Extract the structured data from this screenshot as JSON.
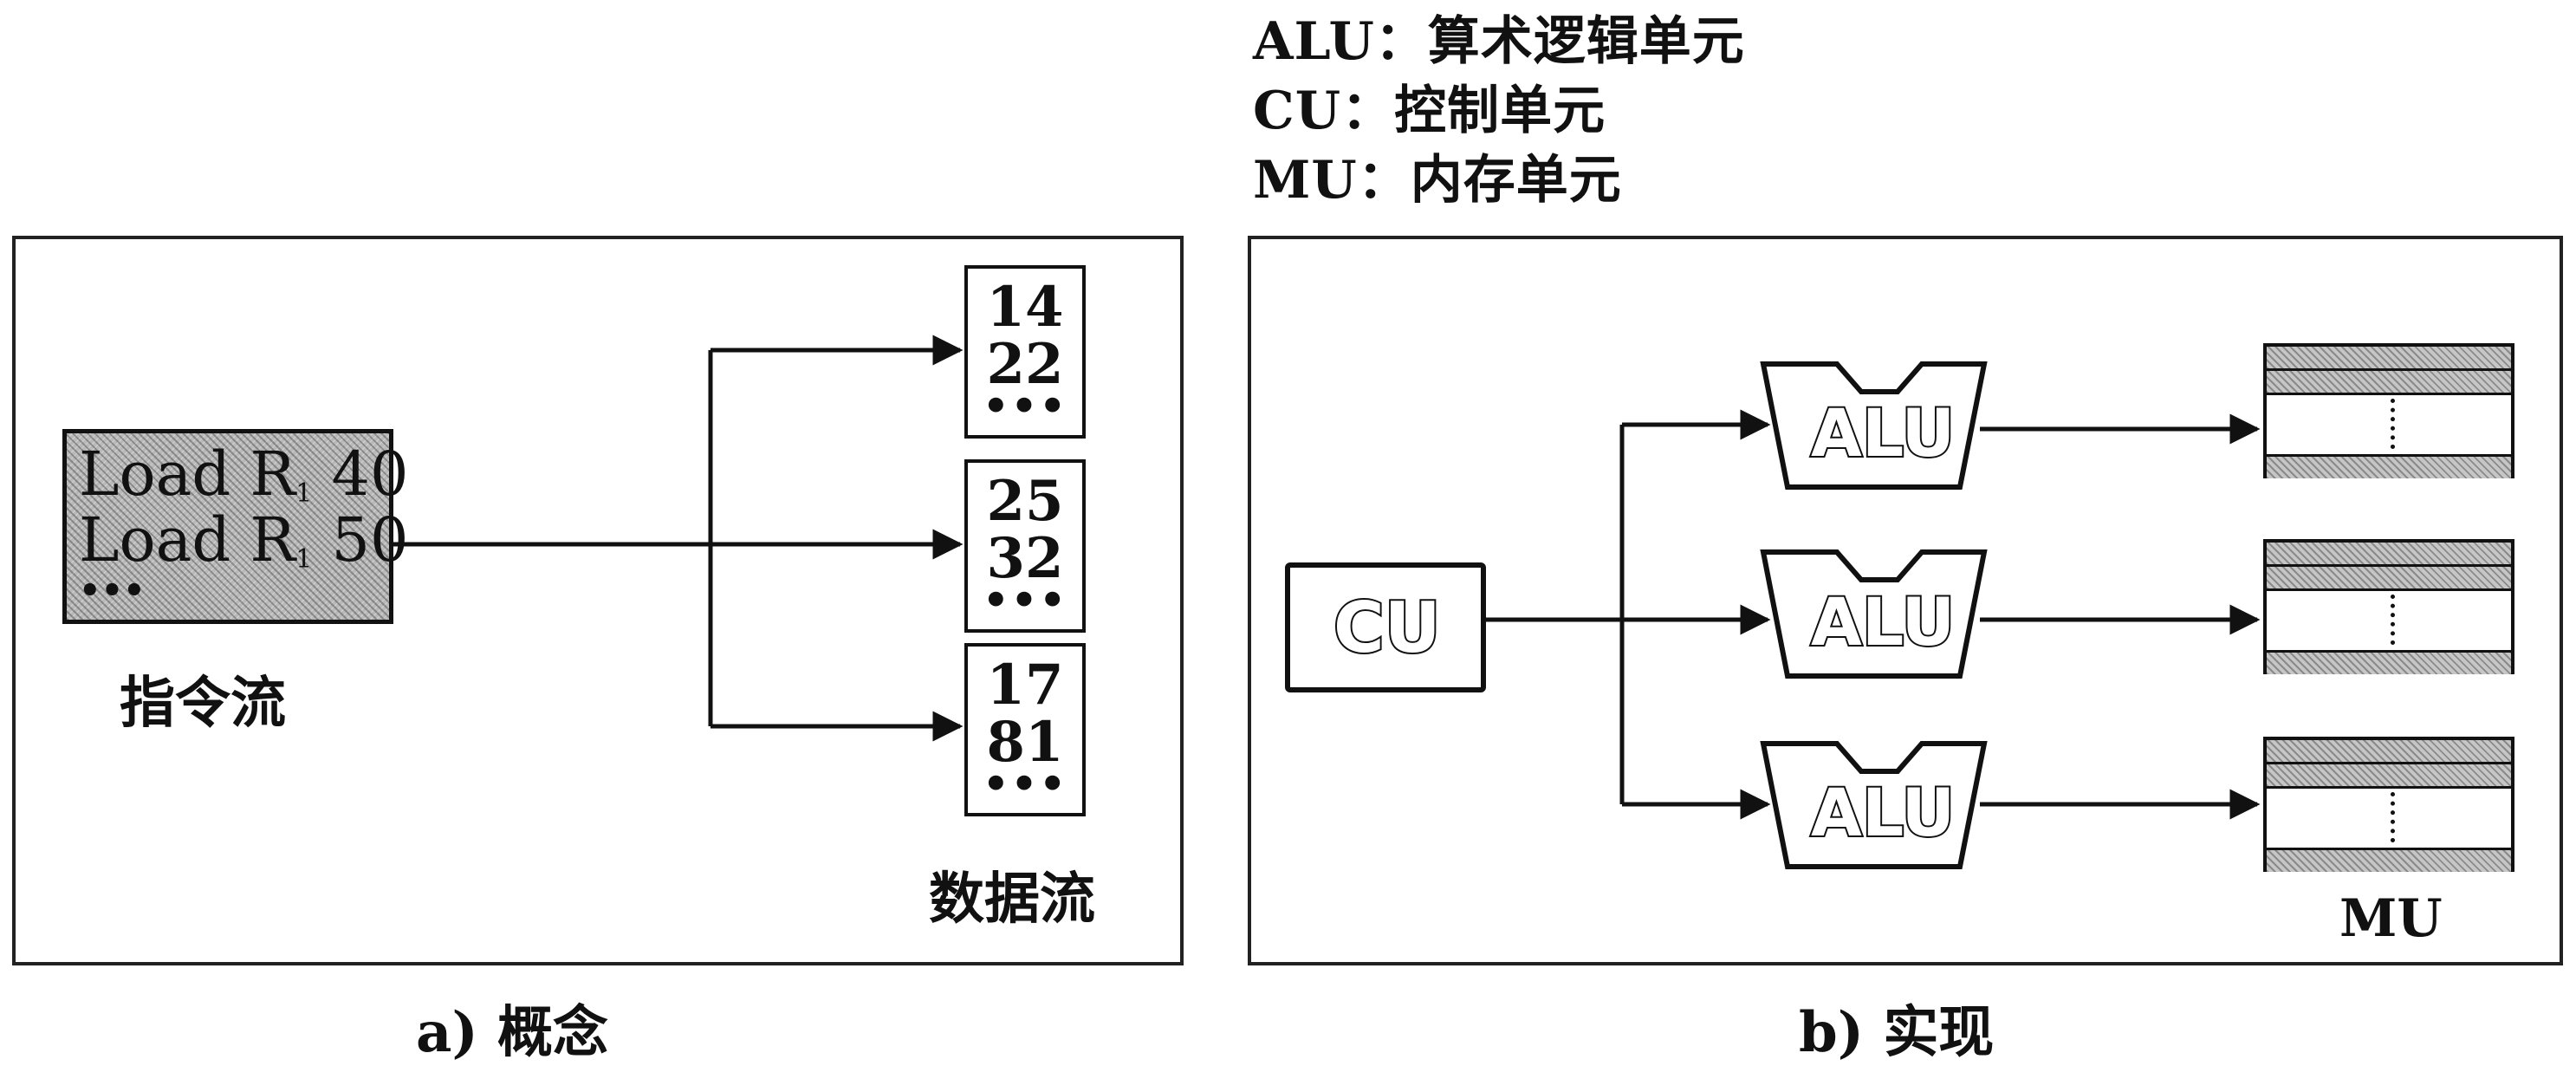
{
  "legend": {
    "alu": "ALU：算术逻辑单元",
    "cu": "CU：控制单元",
    "mu": "MU：内存单元"
  },
  "panel_a": {
    "instructions": [
      {
        "prefix": "Load R",
        "sub": "1",
        "value": "40"
      },
      {
        "prefix": "Load R",
        "sub": "1",
        "value": "50"
      }
    ],
    "instr_ellipsis": "•••",
    "instr_label": "指令流",
    "data_boxes": [
      {
        "values": [
          "14",
          "22"
        ],
        "ellipsis": "•••"
      },
      {
        "values": [
          "25",
          "32"
        ],
        "ellipsis": "•••"
      },
      {
        "values": [
          "17",
          "81"
        ],
        "ellipsis": "•••"
      }
    ],
    "data_label": "数据流",
    "caption": "a) 概念"
  },
  "panel_b": {
    "cu_label": "CU",
    "alu_labels": [
      "ALU",
      "ALU",
      "ALU"
    ],
    "mu_label": "MU",
    "caption": "b) 实现"
  }
}
